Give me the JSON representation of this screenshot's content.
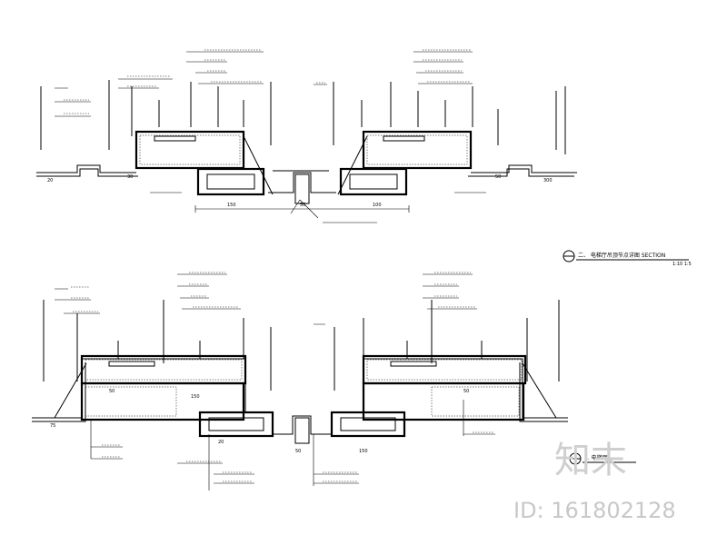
{
  "section_title": "二、 电梯厅吊顶节点详图 SECTION",
  "section_scale": "1:10 1:5",
  "section2_title": "5. 电梯厅",
  "dims": {
    "d1": "20",
    "d2": "30",
    "d3": "150",
    "d4": "50",
    "d5": "100",
    "d6": "50",
    "d7": "300",
    "d8": "50",
    "d9": "150",
    "d10": "20",
    "d11": "50",
    "d12": "150",
    "d13": "50",
    "d14": "75"
  },
  "watermark": {
    "logo": "知末",
    "id": "ID: 161802128"
  }
}
